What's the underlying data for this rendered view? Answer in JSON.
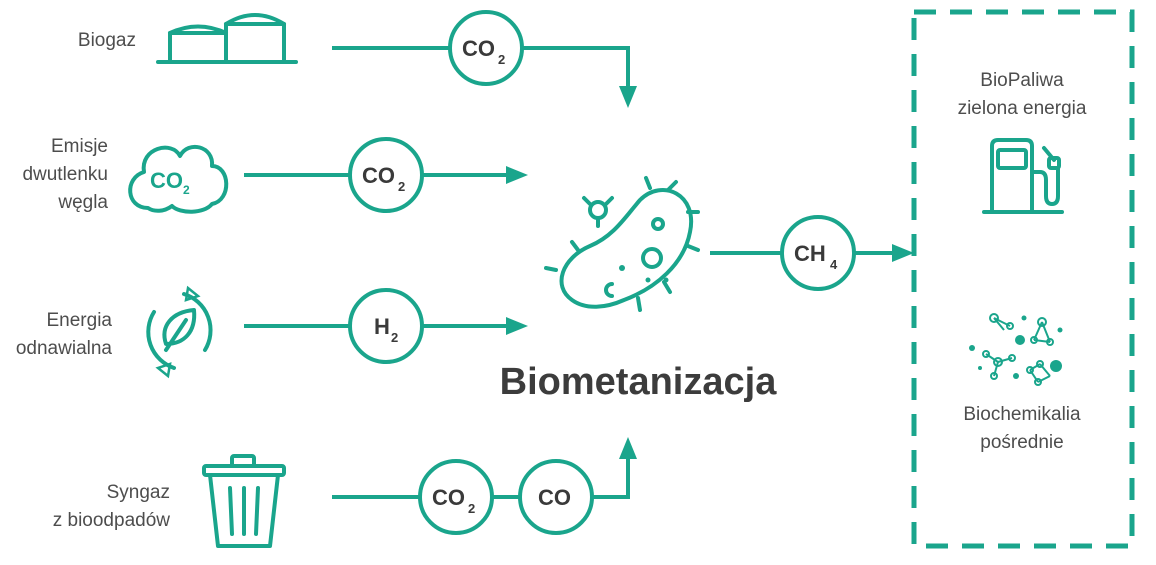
{
  "colors": {
    "accent": "#1aa58c",
    "text": "#4d4d4d"
  },
  "title": "Biometanizacja",
  "sources": {
    "biogaz": {
      "label": "Biogaz",
      "icon": "biogas-tanks-icon"
    },
    "emisje": {
      "line1": "Emisje",
      "line2": "dwutlenku",
      "line3": "węgla",
      "icon": "co2-cloud-icon",
      "icon_text": "CO",
      "icon_sub": "2"
    },
    "energia": {
      "line1": "Energia",
      "line2": "odnawialna",
      "icon": "renewable-leaf-icon"
    },
    "syngaz": {
      "line1": "Syngaz",
      "line2": "z bioodpadów",
      "icon": "trash-bin-icon"
    }
  },
  "molecules": {
    "biogaz_co2": {
      "main": "CO",
      "sub": "2"
    },
    "emisje_co2": {
      "main": "CO",
      "sub": "2"
    },
    "energia_h2": {
      "main": "H",
      "sub": "2"
    },
    "syngaz_co2": {
      "main": "CO",
      "sub": "2"
    },
    "syngaz_co": {
      "main": "CO",
      "sub": ""
    },
    "output_ch4": {
      "main": "CH",
      "sub": "4"
    }
  },
  "process": {
    "icon": "microbe-icon"
  },
  "outputs": {
    "biopaliwa": {
      "line1": "BioPaliwa",
      "line2": "zielona energia",
      "icon": "fuel-pump-icon"
    },
    "biochemikalia": {
      "line1": "Biochemikalia",
      "line2": "pośrednie",
      "icon": "molecules-icon"
    }
  }
}
